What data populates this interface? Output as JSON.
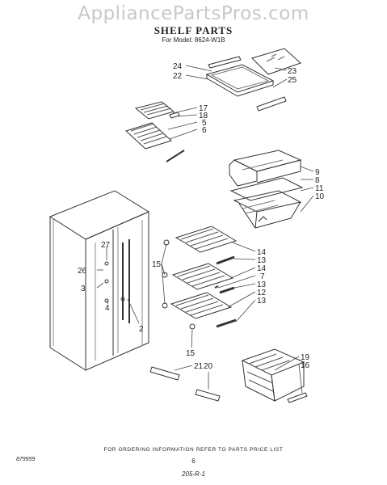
{
  "watermark": "AppliancePartsPros.com",
  "title": "SHELF PARTS",
  "model_line": "For Model: 8624-W1B",
  "callouts": {
    "c24": "24",
    "c22": "22",
    "c23": "23",
    "c25": "25",
    "c17": "17",
    "c18": "18",
    "c5": "5",
    "c6": "6",
    "c9": "9",
    "c8": "8",
    "c11": "11",
    "c10": "10",
    "c27": "27",
    "c26": "26",
    "c3": "3",
    "c4": "4",
    "c2": "2",
    "c15a": "15",
    "c15b": "15",
    "c14a": "14",
    "c13a": "13",
    "c14b": "14",
    "c7": "7",
    "c13b": "13",
    "c12": "12",
    "c13c": "13",
    "c21": "21",
    "c20": "20",
    "c19": "19",
    "c16": "16"
  },
  "footer_note": "FOR ORDERING INFORMATION REFER TO PARTS PRICE LIST",
  "doc_number": "879959",
  "page_number": "6",
  "handwritten": "205-R-1"
}
